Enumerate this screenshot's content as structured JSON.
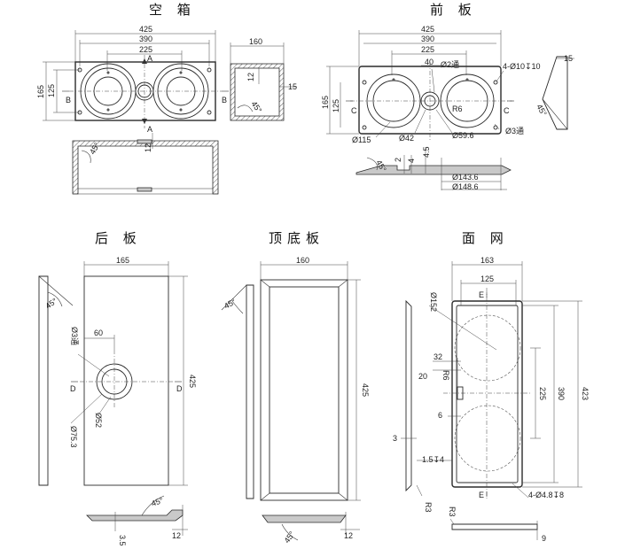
{
  "titles": {
    "box": "空 箱",
    "front": "前 板",
    "back": "后 板",
    "topbottom": "顶底板",
    "grille": "面 网"
  },
  "box": {
    "w425": "425",
    "w390": "390",
    "w225": "225",
    "w160": "160",
    "h165": "165",
    "h125": "125",
    "d12a": "12",
    "d15": "15",
    "ang45": "45°",
    "d12b": "12",
    "secA1": "A",
    "secA2": "A",
    "secB1": "B",
    "secB2": "B"
  },
  "front": {
    "w425": "425",
    "w390": "390",
    "w225": "225",
    "w40": "40",
    "hole2": "Ø2通",
    "holes4": "4-Ø10↧10",
    "d15": "15",
    "h165": "165",
    "h125": "125",
    "secC1": "C",
    "secC2": "C",
    "r6": "R6",
    "d115": "Ø115",
    "d42": "Ø42",
    "d596": "Ø59.6",
    "hole3": "Ø3通",
    "ang45a": "45°",
    "ang45b": "45°",
    "d2": "2",
    "d4": "4",
    "d45": "4.5",
    "d1436": "Ø143.6",
    "d1486": "Ø148.6"
  },
  "back": {
    "w165": "165",
    "w60": "60",
    "hole3": "Ø3通",
    "h425": "425",
    "secD1": "D",
    "secD2": "D",
    "d753": "Ø75.3",
    "d52": "Ø52",
    "ang45a": "45°",
    "ang45b": "45°",
    "d35": "3.5",
    "d12": "12"
  },
  "topbottom": {
    "w160": "160",
    "h425": "425",
    "ang45a": "45°",
    "ang45b": "45°",
    "d12": "12"
  },
  "grille": {
    "w163": "163",
    "w125": "125",
    "d152": "Ø152",
    "d32": "32",
    "d20": "20",
    "r6": "R6",
    "d6": "6",
    "d3": "3",
    "d154": "1.5↧4",
    "h225": "225",
    "h390": "390",
    "h423": "423",
    "holes4": "4-Ø4.8↧8",
    "r3a": "R3",
    "r3b": "R3",
    "d9": "9",
    "secE1": "E",
    "secE2": "E"
  }
}
